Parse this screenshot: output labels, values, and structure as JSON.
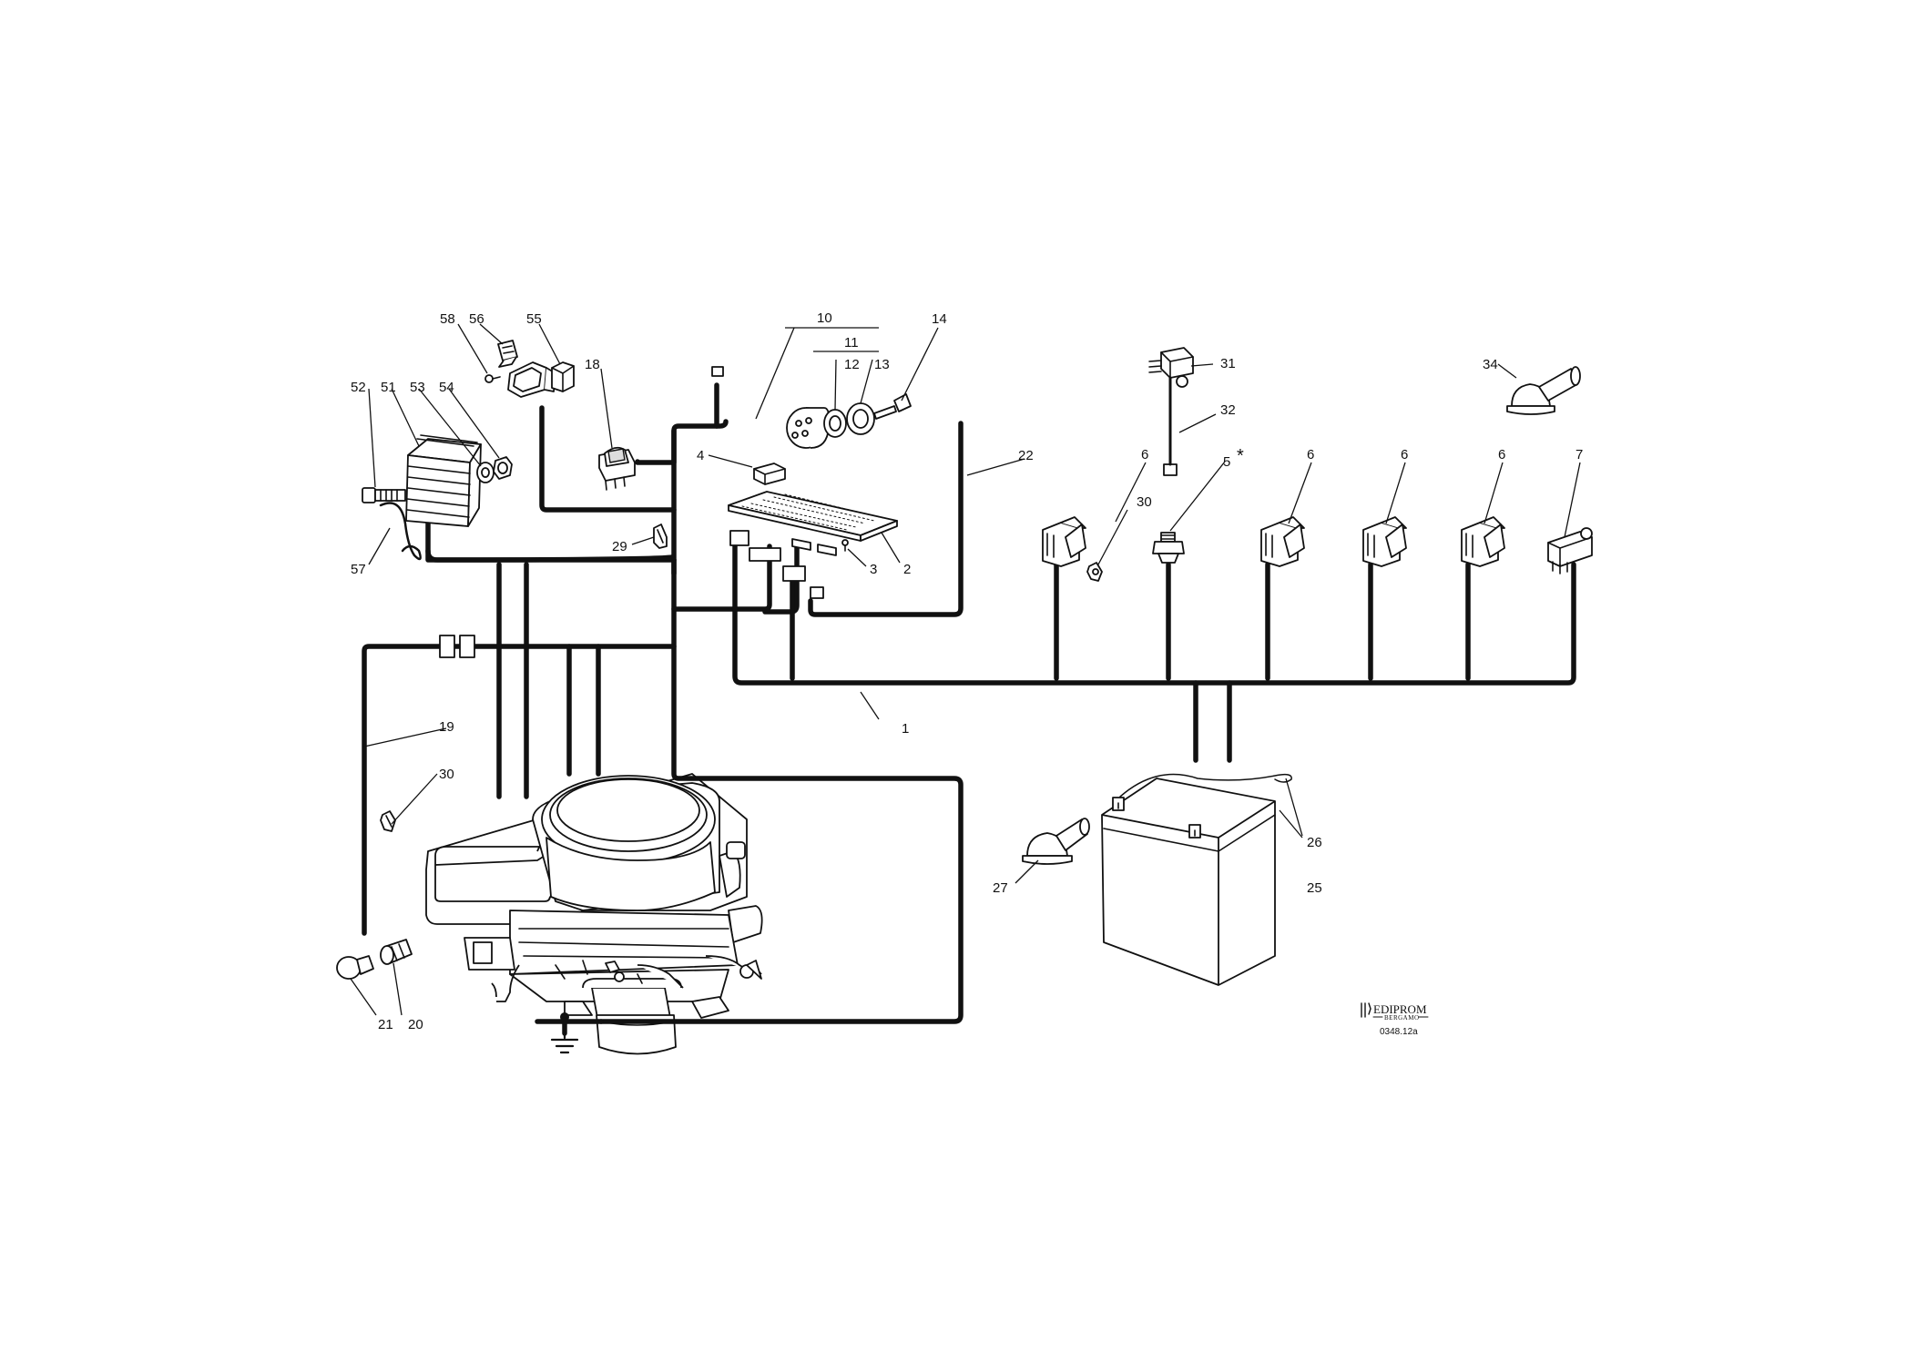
{
  "labels": {
    "l1": "1",
    "l2": "2",
    "l3": "3",
    "l4": "4",
    "l5": "5",
    "l5star": "*",
    "l6a": "6",
    "l6b": "6",
    "l6c": "6",
    "l6d": "6",
    "l7": "7",
    "l10": "10",
    "l11": "11",
    "l12": "12",
    "l13": "13",
    "l14": "14",
    "l18": "18",
    "l19": "19",
    "l20": "20",
    "l21": "21",
    "l22": "22",
    "l25": "25",
    "l26": "26",
    "l27": "27",
    "l29": "29",
    "l30a": "30",
    "l30b": "30",
    "l31": "31",
    "l32": "32",
    "l34": "34",
    "l51": "51",
    "l52": "52",
    "l53": "53",
    "l54": "54",
    "l55": "55",
    "l56": "56",
    "l57": "57",
    "l58": "58"
  },
  "logo": {
    "brand": "EDIPROM",
    "city": "BERGAMO"
  },
  "drawing_code": "0348.12a"
}
